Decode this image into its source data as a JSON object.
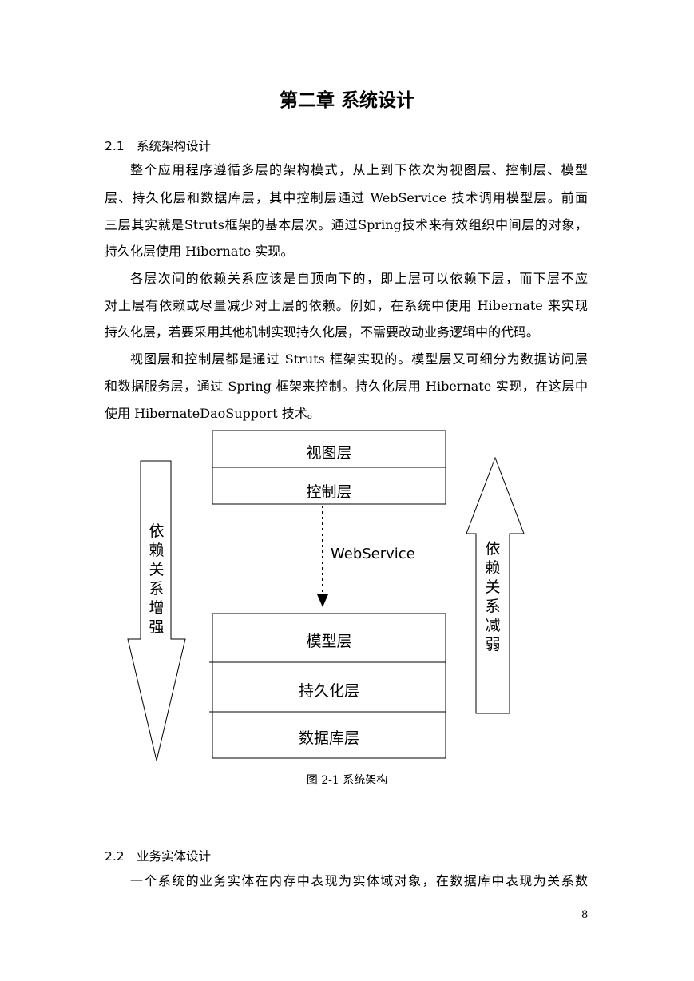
{
  "chapter_title": "第二章 系统设计",
  "section_2_1": {
    "number": "2.1",
    "title": "系统架构设计",
    "paragraphs": [
      {
        "lines": [
          "整个应用程序遵循多层的架构模式，从上到下依次为视图层、控制层、模型",
          "层、持久化层和数据库层，其中控制层通过 WebService 技术调用模型层。前面",
          "三层其实就是Struts框架的基本层次。通过Spring技术来有效组织中间层的对象，",
          "持久化层使用 Hibernate 实现。"
        ]
      },
      {
        "lines": [
          "各层次间的依赖关系应该是自顶向下的，即上层可以依赖下层，而下层不应",
          "对上层有依赖或尽量减少对上层的依赖。例如，在系统中使用 Hibernate 来实现",
          "持久化层，若要采用其他机制实现持久化层，不需要改动业务逻辑中的代码。"
        ]
      },
      {
        "lines": [
          "视图层和控制层都是通过 Struts 框架实现的。模型层又可细分为数据访问层",
          "和数据服务层，通过 Spring 框架来控制。持久化层用 Hibernate 实现，在这层中",
          "使用 HibernateDaoSupport 技术。"
        ]
      }
    ]
  },
  "diagram": {
    "top_layers": [
      "视图层",
      "控制层"
    ],
    "bottom_layers": [
      "模型层",
      "持久化层",
      "数据库层"
    ],
    "connector_label": "WebService",
    "left_arrow_chars": [
      "依",
      "赖",
      "关",
      "系",
      "增",
      "强"
    ],
    "right_arrow_chars": [
      "依",
      "赖",
      "关",
      "系",
      "减",
      "弱"
    ]
  },
  "figure_caption": "图 2-1  系统架构",
  "section_2_2": {
    "number": "2.2",
    "title": "业务实体设计",
    "first_line": "一个系统的业务实体在内存中表现为实体域对象，在数据库中表现为关系数"
  },
  "page_number": "8"
}
